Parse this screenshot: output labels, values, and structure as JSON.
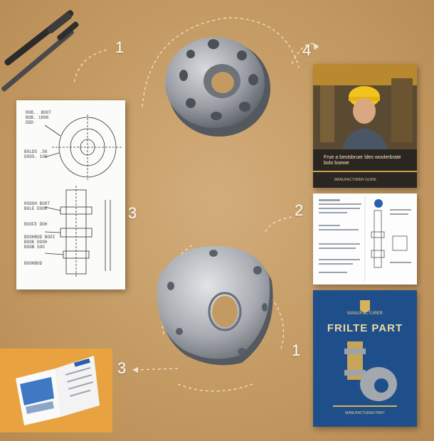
{
  "labels": {
    "num_1_top": "1",
    "num_4": "4",
    "num_3_left": "3",
    "num_2": "2",
    "num_1_bottom": "1",
    "num_3_bottom": "3"
  },
  "cover": {
    "title": "FRILTE PART",
    "brand": "MANUFACTURER",
    "footer": "MANUFACTURER PART"
  },
  "photo_card": {
    "caption": "Frue a bestsbruer ldes woolerbrate bolo boewe",
    "footer": "MANUFACTURER GUIDE"
  },
  "drawing": {
    "note_1": "ROB.. BOOT\nBOB. 1000\nDDD",
    "note_2": "BOLDS .S0\nDODS. 1OO",
    "note_3": "RODOH BOOT\nBOLE DOOR",
    "note_4": "BOOFE DOH",
    "note_5": "BOOHBOD BOOI\nBOOK DOOH\nBODB 5OO",
    "note_6": "BOOHBOD"
  },
  "colors": {
    "background": "#c49a63",
    "cover_blue": "#1f4f8a",
    "booklet_orange": "#e8a23f"
  }
}
